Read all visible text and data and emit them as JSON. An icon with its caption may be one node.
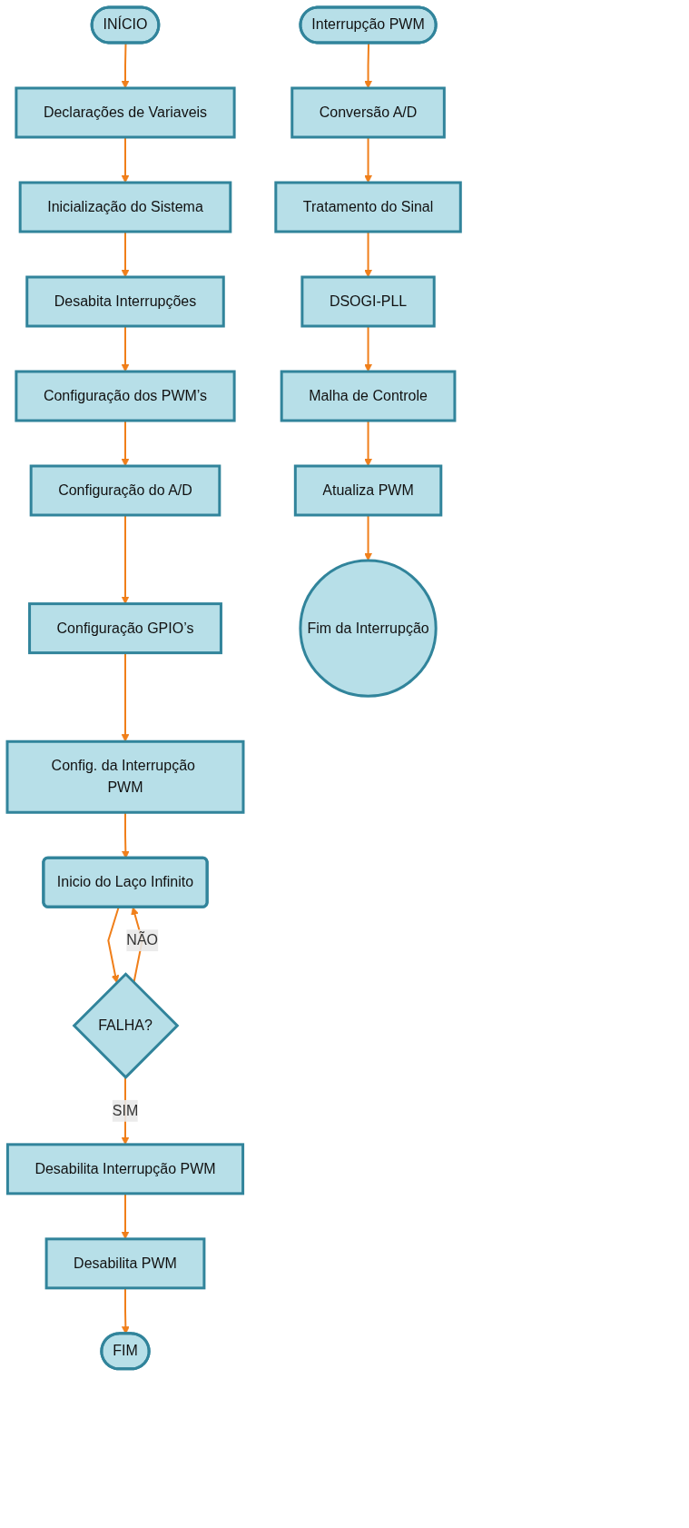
{
  "diagram": {
    "nodes": [
      {
        "text": [
          "INÍCIO"
        ]
      },
      {
        "text": [
          "Declarações de Variaveis"
        ]
      },
      {
        "text": [
          "Inicialização do Sistema"
        ]
      },
      {
        "text": [
          "Desabita Interrupções"
        ]
      },
      {
        "text": [
          "Configuração dos PWM’s"
        ]
      },
      {
        "text": [
          "Configuração do A/D"
        ]
      },
      {
        "text": [
          "Configuração GPIO’s"
        ]
      },
      {
        "text": [
          "Config. da Interrupção PWM"
        ]
      },
      {
        "text": [
          "Inicio do Laço Infinito"
        ]
      },
      {
        "text": [
          "FALHA?"
        ]
      },
      {
        "text": [
          "Desabilita Interrupção PWM"
        ]
      },
      {
        "text": [
          "Desabilita PWM"
        ]
      },
      {
        "text": [
          "FIM"
        ]
      },
      {
        "text": [
          "Interrupção PWM"
        ]
      },
      {
        "text": [
          "Conversão A/D"
        ]
      },
      {
        "text": [
          "Tratamento do Sinal"
        ]
      },
      {
        "text": [
          "DSOGI-PLL"
        ]
      },
      {
        "text": [
          "Malha de Controle"
        ]
      },
      {
        "text": [
          "Atualiza PWM"
        ]
      },
      {
        "text": [
          "Fim da Interrupção"
        ]
      }
    ],
    "edges": [
      {
        "from": 0,
        "to": 1,
        "arrow": "to"
      },
      {
        "from": 1,
        "to": 2,
        "arrow": "to"
      },
      {
        "from": 2,
        "to": 3,
        "arrow": "to"
      },
      {
        "from": 3,
        "to": 4,
        "arrow": "to"
      },
      {
        "from": 4,
        "to": 5,
        "arrow": "to"
      },
      {
        "from": 5,
        "to": 6,
        "arrow": "to"
      },
      {
        "from": 6,
        "to": 7,
        "arrow": "to"
      },
      {
        "from": 7,
        "to": 8,
        "arrow": "to"
      },
      {
        "from": 8,
        "to": 9,
        "arrow": "to"
      },
      {
        "from": 9,
        "to": 10,
        "label": "SIM",
        "arrow": "to"
      },
      {
        "from": 9,
        "to": 8,
        "label": "NÃO",
        "arrow": "to"
      },
      {
        "from": 10,
        "to": 11,
        "arrow": "to"
      },
      {
        "from": 11,
        "to": 12,
        "arrow": "to"
      },
      {
        "from": 13,
        "to": 14,
        "arrow": "to"
      },
      {
        "from": 14,
        "to": 15,
        "arrow": "to"
      },
      {
        "from": 15,
        "to": 16,
        "arrow": "to"
      },
      {
        "from": 16,
        "to": 17,
        "arrow": "to"
      },
      {
        "from": 17,
        "to": 18,
        "arrow": "to"
      },
      {
        "from": 18,
        "to": 19,
        "arrow": "to"
      }
    ]
  }
}
